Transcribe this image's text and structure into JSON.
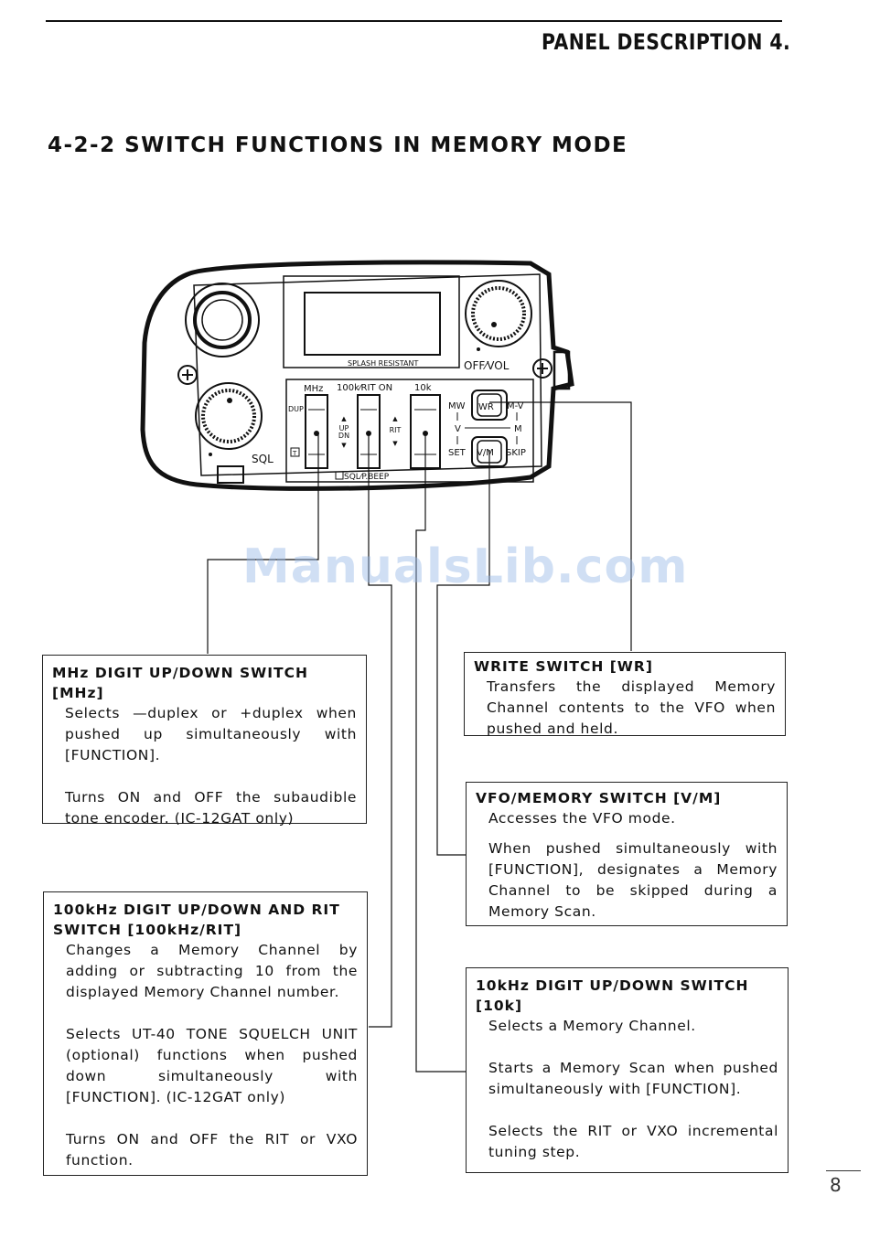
{
  "header": {
    "section": "PANEL DESCRIPTION 4."
  },
  "subsection_title": "4-2-2 SWITCH FUNCTIONS IN MEMORY MODE",
  "panel": {
    "splash": "SPLASH RESISTANT",
    "off_vol": "OFF⁄VOL",
    "sql": "SQL",
    "mhz": "MHz",
    "khz100": "100k⁄RIT ON",
    "khz10": "10k",
    "dup": "DUP",
    "t": "T",
    "up": "UP",
    "dn": "DN",
    "rit": "RIT",
    "mw": "MW",
    "v": "V",
    "set": "SET",
    "wr": "WR",
    "mv": "M-V",
    "m": "M",
    "skip": "SKIP",
    "vm": "V/M",
    "bottom_label": "SQL⁄P.BEEP"
  },
  "boxes": {
    "mhz": {
      "title": "MHz DIGIT UP/DOWN SWITCH [MHz]",
      "p1": "Selects —duplex or +duplex when pushed up simultaneously with [FUNCTION].",
      "p2": "Turns ON and OFF the subaudible tone encoder. (IC-12GAT only)"
    },
    "khz100": {
      "title": "100kHz DIGIT UP/DOWN AND RIT SWITCH [100kHz/RIT]",
      "p1": "Changes a Memory Channel by adding or subtracting 10 from the displayed Memory Channel number.",
      "p2": "Selects UT-40 TONE SQUELCH UNIT (optional) functions when pushed down simultaneously with [FUNCTION]. (IC-12GAT only)",
      "p3": "Turns ON and OFF the RIT or VXO function."
    },
    "write": {
      "title": "WRITE SWITCH [WR]",
      "p1": "Transfers the displayed Memory Channel contents to the VFO when pushed and held."
    },
    "vm": {
      "title": "VFO/MEMORY SWITCH [V/M]",
      "p1": "Accesses the VFO mode.",
      "p2": "When pushed simultaneously with [FUNCTION], designates a Memory Channel to be skipped during a Memory Scan."
    },
    "khz10": {
      "title": "10kHz DIGIT UP/DOWN SWITCH [10k]",
      "p1": "Selects a Memory Channel.",
      "p2": "Starts a Memory Scan when pushed simultaneously with [FUNCTION].",
      "p3": "Selects the RIT or VXO incremental tuning step."
    }
  },
  "watermark": "ManualsLib.com",
  "page_number": "8"
}
